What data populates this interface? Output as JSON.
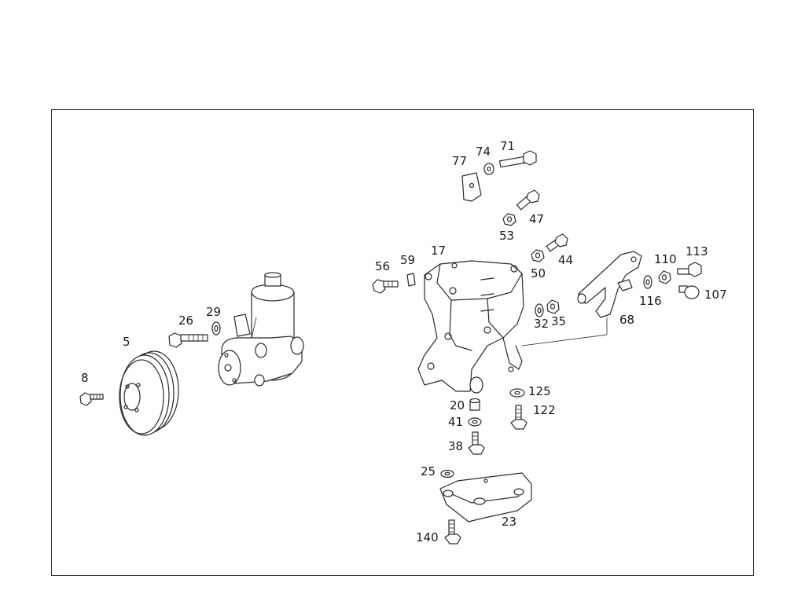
{
  "diagram": {
    "accent_color": "#6b1a2e",
    "part_labels": [
      "5",
      "8",
      "26",
      "29",
      "17",
      "56",
      "59",
      "77",
      "74",
      "71",
      "47",
      "53",
      "44",
      "50",
      "32",
      "35",
      "110",
      "113",
      "116",
      "107",
      "68",
      "125",
      "122",
      "20",
      "41",
      "38",
      "25",
      "23",
      "140"
    ]
  }
}
